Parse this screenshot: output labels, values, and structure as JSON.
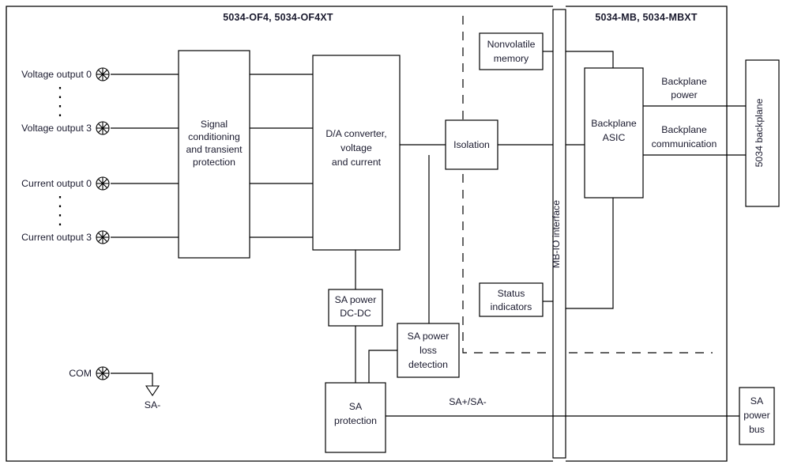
{
  "diagram": {
    "title_left": "5034-OF4, 5034-OF4XT",
    "title_right": "5034-MB, 5034-MBXT",
    "type": "block-diagram",
    "background_color": "#ffffff",
    "line_color": "#000000",
    "text_color": "#1a1a2e"
  },
  "ports": [
    {
      "label": "Voltage output 0",
      "icon": "screw-terminal-icon"
    },
    {
      "label": "Voltage output 3",
      "icon": "screw-terminal-icon"
    },
    {
      "label": "Current output 0",
      "icon": "screw-terminal-icon"
    },
    {
      "label": "Current output 3",
      "icon": "screw-terminal-icon"
    },
    {
      "label": "COM",
      "icon": "screw-terminal-icon"
    }
  ],
  "blocks": {
    "signal_conditioning": {
      "lines": [
        "Signal",
        "conditioning",
        "and transient",
        "protection"
      ]
    },
    "da_converter": {
      "lines": [
        "D/A converter,",
        "voltage",
        "and current"
      ]
    },
    "isolation": {
      "lines": [
        "Isolation"
      ]
    },
    "nonvolatile_memory": {
      "lines": [
        "Nonvolatile",
        "memory"
      ]
    },
    "status_indicators": {
      "lines": [
        "Status",
        "indicators"
      ]
    },
    "mb_io_interface": {
      "lines": [
        "MB-IO interface"
      ]
    },
    "backplane_asic": {
      "lines": [
        "Backplane",
        "ASIC"
      ]
    },
    "backplane_5034": {
      "lines": [
        "5034 backplane"
      ]
    },
    "sa_power_dcdc": {
      "lines": [
        "SA power",
        "DC-DC"
      ]
    },
    "sa_power_loss_detection": {
      "lines": [
        "SA power",
        "loss",
        "detection"
      ]
    },
    "sa_protection": {
      "lines": [
        "SA",
        "protection"
      ]
    },
    "sa_power_bus": {
      "lines": [
        "SA",
        "power",
        "bus"
      ]
    }
  },
  "wire_labels": {
    "backplane_power": "Backplane\npower",
    "backplane_power_l1": "Backplane",
    "backplane_power_l2": "power",
    "backplane_comm_l1": "Backplane",
    "backplane_comm_l2": "communication",
    "sa_pair": "SA+/SA-",
    "sa_minus": "SA-"
  }
}
